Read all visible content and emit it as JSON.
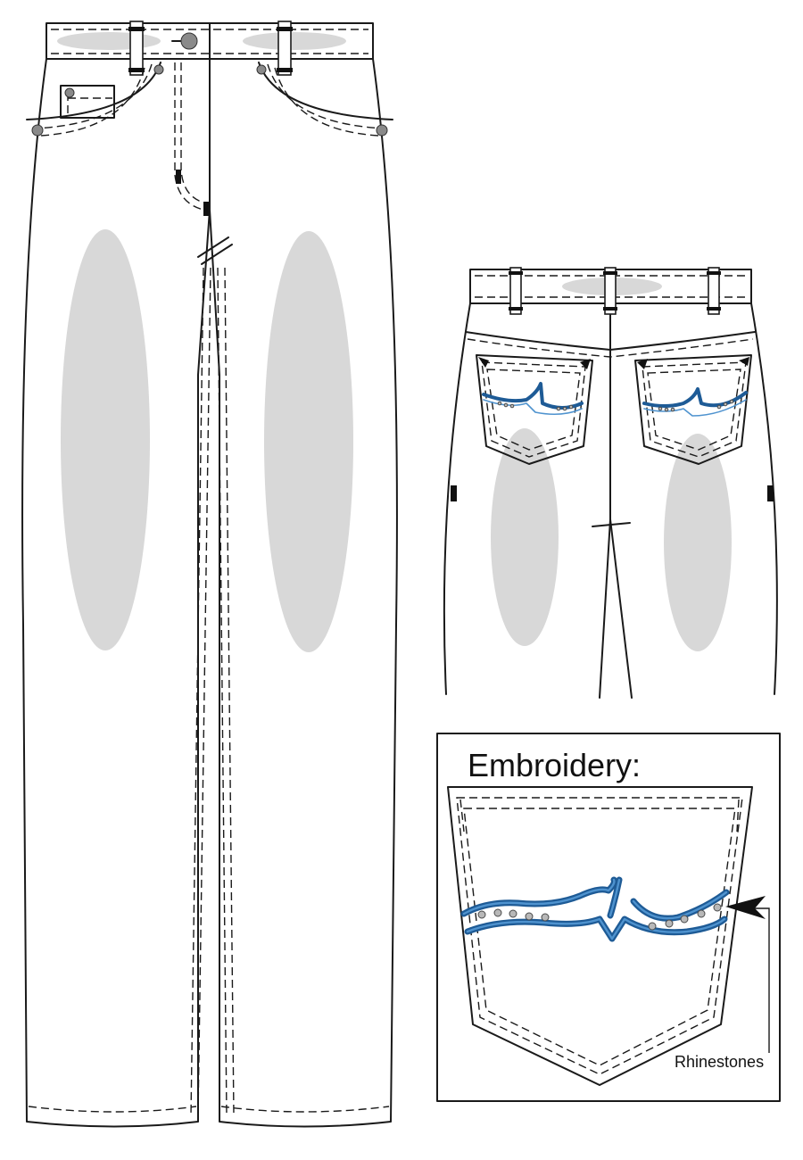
{
  "detail_box": {
    "title": "Embroidery:",
    "callout_label": "Rhinestones"
  },
  "colors": {
    "outline": "#1a1a1a",
    "wear_shading": "#d8d8d8",
    "embroidery_dark": "#1e5b96",
    "embroidery_light": "#4f93cf",
    "rhinestone": "#b8b8b8",
    "rivet": "#8a8a8a"
  },
  "views": [
    "front",
    "back",
    "back-pocket-detail"
  ]
}
